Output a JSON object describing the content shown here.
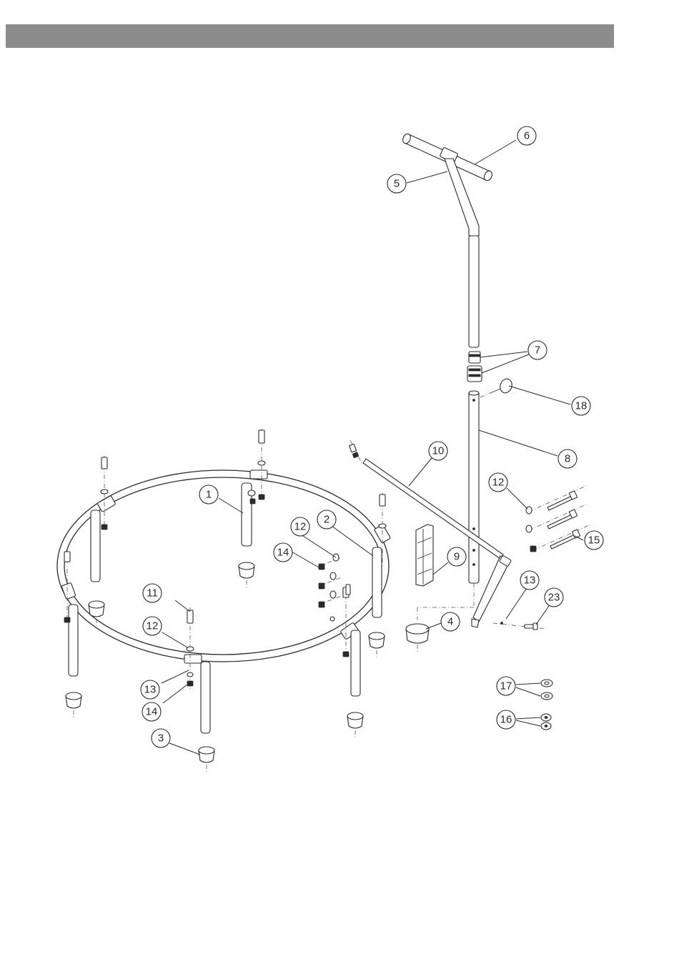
{
  "callouts": [
    {
      "id": "c1",
      "label": "1"
    },
    {
      "id": "c2",
      "label": "2"
    },
    {
      "id": "c3",
      "label": "3"
    },
    {
      "id": "c4",
      "label": "4"
    },
    {
      "id": "c5",
      "label": "5"
    },
    {
      "id": "c6",
      "label": "6"
    },
    {
      "id": "c7",
      "label": "7"
    },
    {
      "id": "c8",
      "label": "8"
    },
    {
      "id": "c9",
      "label": "9"
    },
    {
      "id": "c10",
      "label": "10"
    },
    {
      "id": "c11",
      "label": "11"
    },
    {
      "id": "c12a",
      "label": "12"
    },
    {
      "id": "c12b",
      "label": "12"
    },
    {
      "id": "c12c",
      "label": "12"
    },
    {
      "id": "c13a",
      "label": "13"
    },
    {
      "id": "c13b",
      "label": "13"
    },
    {
      "id": "c14a",
      "label": "14"
    },
    {
      "id": "c14b",
      "label": "14"
    },
    {
      "id": "c15",
      "label": "15"
    },
    {
      "id": "c16",
      "label": "16"
    },
    {
      "id": "c17",
      "label": "17"
    },
    {
      "id": "c18",
      "label": "18"
    },
    {
      "id": "c23",
      "label": "23"
    }
  ]
}
